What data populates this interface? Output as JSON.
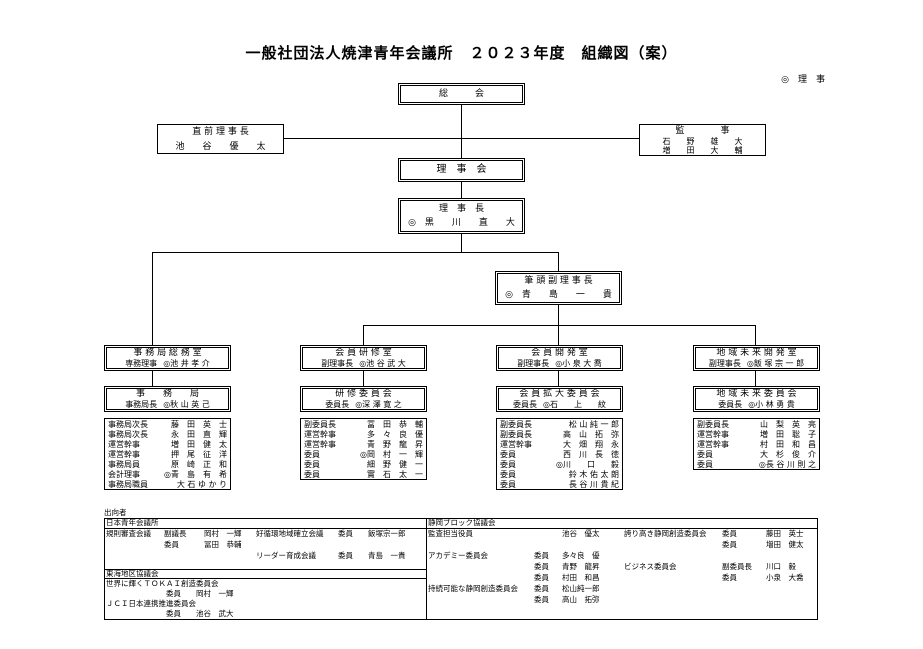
{
  "title": "一般社団法人焼津青年会議所　２０２３年度　組織図（案）",
  "legend": "◎　理　事",
  "soukai": "総　　　会",
  "chokuzen": {
    "title": "直 前 理 事 長",
    "name": "池　　谷　　優　　太"
  },
  "kanji": {
    "title": "監　　　　事",
    "names": [
      "石　　野　　雄　　大",
      "増　　田　　大　　輔"
    ]
  },
  "rijikai": "理　事　会",
  "rijicho": {
    "title": "理　事　長",
    "name": "◎　黒　　川　　直　　大"
  },
  "hitto": {
    "title": "筆 頭 副 理 事 長",
    "name": "◎　青　　島　　一　　貴"
  },
  "offices": [
    {
      "title": "事 務 局 総 務 室",
      "role": "専務理事",
      "name": "◎池 井 孝 介"
    },
    {
      "title": "会 員 研 修 室",
      "role": "副理事長",
      "name": "◎池 谷 武 大"
    },
    {
      "title": "会 員 開 発 室",
      "role": "副理事長",
      "name": "◎小 泉 大 喬"
    },
    {
      "title": "地 域 未 来 開 発 室",
      "role": "副理事長",
      "name": "◎飯 塚 宗 一 郎"
    }
  ],
  "committees": [
    {
      "title": "事　　務　　局",
      "role": "事務局長",
      "name": "◎秋 山 英 己"
    },
    {
      "title": "研 修 委 員 会",
      "role": "委員長",
      "name": "◎深 澤 寛 之"
    },
    {
      "title": "会 員 拡 大 委 員 会",
      "role": "委員長",
      "name": "◎石　　上　　紋"
    },
    {
      "title": "地 域 未 来 委 員 会",
      "role": "委員長",
      "name": "◎小 林 勇 貴"
    }
  ],
  "members": [
    [
      [
        "事務局次長",
        "藤　田　英　士"
      ],
      [
        "事務局次長",
        "永　田　直　輝"
      ],
      [
        "運営幹事",
        "増　田　健　太"
      ],
      [
        "運営幹事",
        "押　尾　征　洋"
      ],
      [
        "事務局員",
        "原　崎　正　和"
      ],
      [
        "会計理事",
        "◎青　島　有　希"
      ],
      [
        "事務局職員",
        "大 石 ゆ か り"
      ]
    ],
    [
      [
        "副委員長",
        "冨　田　恭　輔"
      ],
      [
        "運営幹事",
        "多　々　良　優"
      ],
      [
        "運営幹事",
        "青　野　龍　昇"
      ],
      [
        "委員",
        "◎岡　村　一　輝"
      ],
      [
        "委員",
        "細　野　健　一"
      ],
      [
        "委員",
        "實　石　太　一"
      ]
    ],
    [
      [
        "副委員長",
        "松 山 純 一 郎"
      ],
      [
        "副委員長",
        "高　山　拓　弥"
      ],
      [
        "運営幹事",
        "大　畑　翔　永"
      ],
      [
        "委員",
        "西　川　長　徳"
      ],
      [
        "委員",
        "◎川　　口　　毅"
      ],
      [
        "委員",
        "鈴 木 佑 太 朗"
      ],
      [
        "委員",
        "長 谷 川 貴 紀"
      ]
    ],
    [
      [
        "副委員長",
        "山　梨　英　亮"
      ],
      [
        "運営幹事",
        "増　田　聡　子"
      ],
      [
        "運営幹事",
        "村　田　和　昌"
      ],
      [
        "委員",
        "大　杉　俊　介"
      ],
      [
        "委員",
        "◎長 谷 川 則 之"
      ]
    ]
  ],
  "shukko": {
    "label": "出向者",
    "jc_japan": "日本青年会議所",
    "jc_japan_rows": [
      [
        "規則審査会議",
        "副議長",
        "岡村　一輝",
        "好循環地域確立会議",
        "委員",
        "飯塚宗一郎"
      ],
      [
        "",
        "委員",
        "冨田　恭輔",
        "",
        "",
        ""
      ],
      [
        "",
        "",
        "",
        "リーダー育成会議",
        "委員",
        "青島　一貴"
      ]
    ],
    "tokai": "東海地区協議会",
    "tokai_rows": [
      "世界に輝くＴＯＫＡＩ創造委員会",
      "委員　　岡村　一輝",
      "ＪＣＩ日本連携推進委員会",
      "委員　　池谷　武大"
    ],
    "shizuoka": "静岡ブロック協議会",
    "shizuoka_rows": [
      [
        "監査担当役員",
        "",
        "池谷　優太",
        "誇り高き静岡創造委員会",
        "委員",
        "藤田　英士"
      ],
      [
        "",
        "",
        "",
        "",
        "委員",
        "増田　健太"
      ],
      [
        "アカデミー委員会",
        "委員",
        "多々良　優",
        "",
        "",
        ""
      ],
      [
        "",
        "委員",
        "青野　龍昇",
        "ビジネス委員会",
        "副委員長",
        "川口　毅"
      ],
      [
        "",
        "委員",
        "村田　和昌",
        "",
        "委員",
        "小泉　大喬"
      ],
      [
        "持続可能な静岡創造委員会",
        "委員",
        "松山純一郎",
        "",
        "",
        ""
      ],
      [
        "",
        "委員",
        "高山　拓弥",
        "",
        "",
        ""
      ]
    ]
  }
}
